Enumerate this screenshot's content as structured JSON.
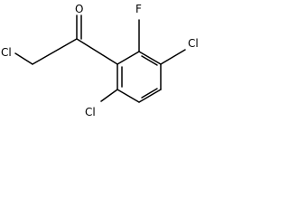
{
  "structure": {
    "labels": {
      "o": "O",
      "f": "F",
      "cl_chain": "Cl",
      "cl_ring_right": "Cl",
      "cl_ring_bottom": "Cl"
    }
  }
}
